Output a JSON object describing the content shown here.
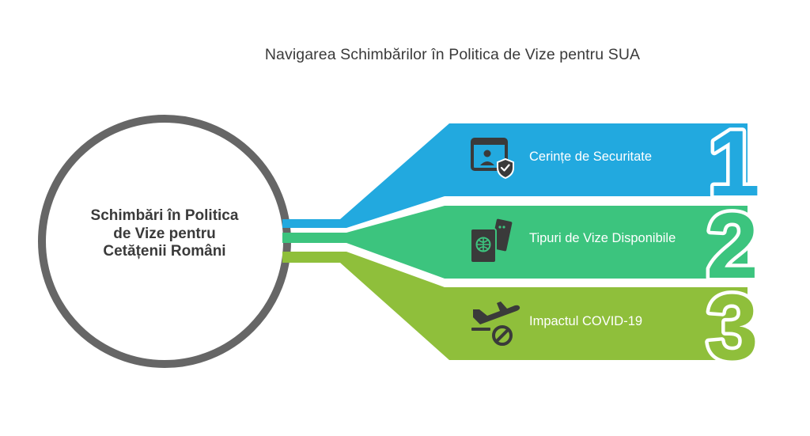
{
  "title": "Navigarea Schimbărilor în Politica de Vize pentru SUA",
  "center": {
    "lines": [
      "Schimbări în Politica",
      "de Vize pentru",
      "Cetățenii Români"
    ]
  },
  "items": [
    {
      "number": "1",
      "label": "Cerințe de Securitate",
      "icon": "security-id-card-icon",
      "color": "#22a9df"
    },
    {
      "number": "2",
      "label": "Tipuri de Vize Disponibile",
      "icon": "passport-ticket-icon",
      "color": "#3cc47e"
    },
    {
      "number": "3",
      "label": "Impactul COVID-19",
      "icon": "no-flights-icon",
      "color": "#8fbf3b"
    }
  ],
  "colors": {
    "circle_ring": "#666666",
    "text_dark": "#3a3a3a",
    "icon": "#3a3a3a"
  }
}
